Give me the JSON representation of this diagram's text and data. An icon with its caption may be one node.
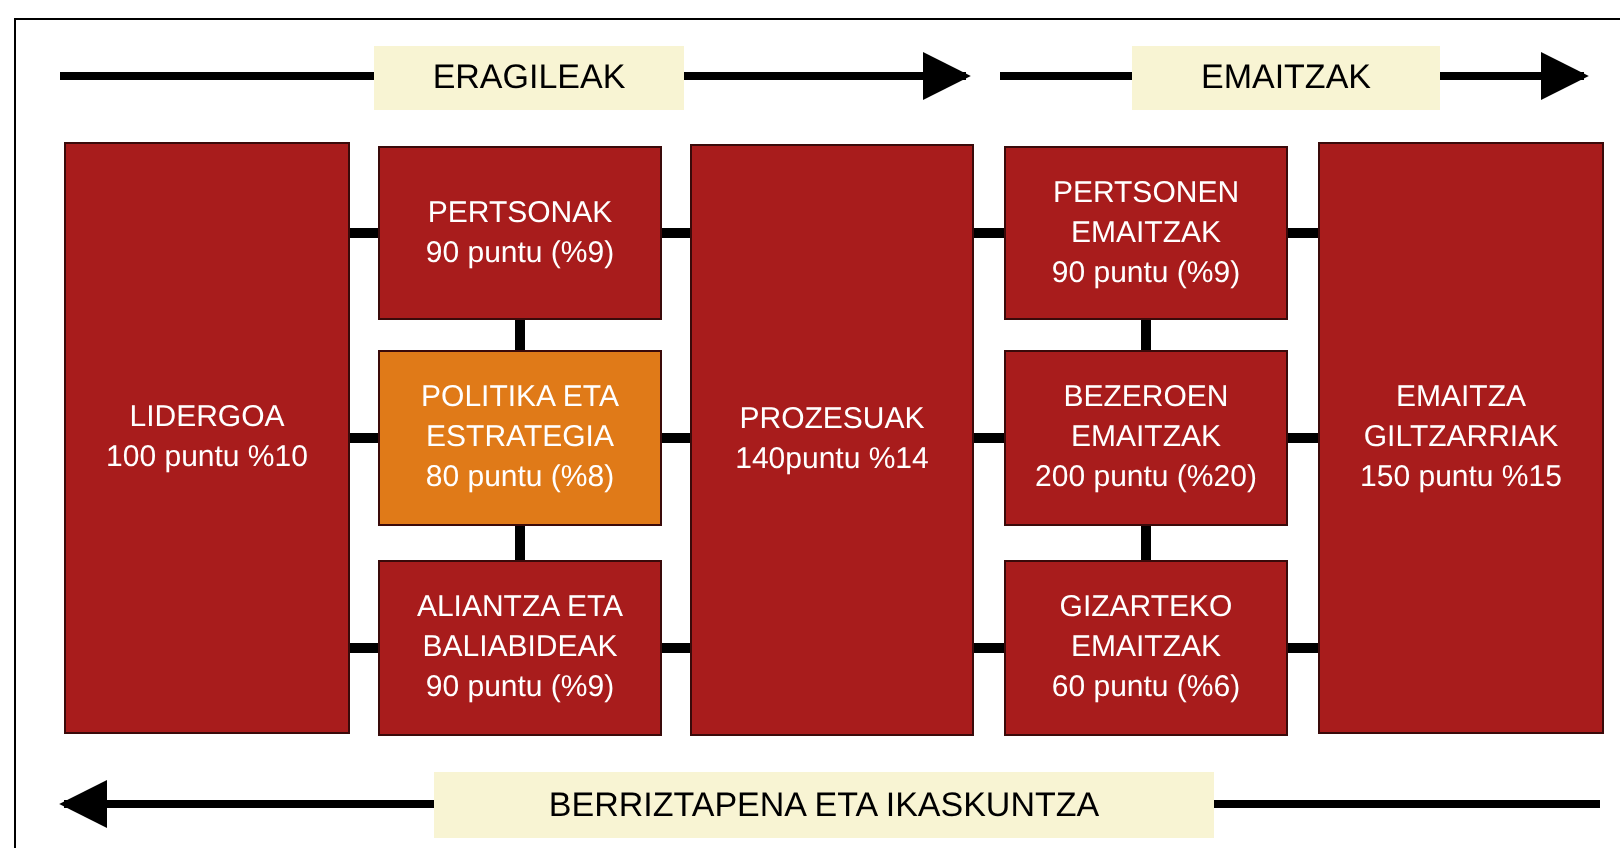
{
  "diagram": {
    "nodes": [
      {
        "text": [
          "LIDERGOA",
          "100 puntu %10"
        ]
      },
      {
        "text": [
          "PERTSONAK",
          "90 puntu (%9)"
        ]
      },
      {
        "text": [
          "POLITIKA ETA ESTRATEGIA",
          "80 puntu (%8)"
        ]
      },
      {
        "text": [
          "ALIANTZA ETA BALIABIDEAK",
          "90 puntu (%9)"
        ]
      },
      {
        "text": [
          "PROZESUAK",
          "140puntu %14"
        ]
      },
      {
        "text": [
          "PERTSONEN EMAITZAK",
          "90 puntu (%9)"
        ]
      },
      {
        "text": [
          "BEZEROEN EMAITZAK",
          "200 puntu (%20)"
        ]
      },
      {
        "text": [
          "GIZARTEKO EMAITZAK",
          "60 puntu (%6)"
        ]
      },
      {
        "text": [
          "EMAITZA GILTZARRIAK",
          "150 puntu %15"
        ]
      }
    ],
    "edges": [
      {
        "from": 0,
        "to": 1,
        "arrow": "none"
      },
      {
        "from": 0,
        "to": 2,
        "arrow": "none"
      },
      {
        "from": 0,
        "to": 3,
        "arrow": "none"
      },
      {
        "from": 1,
        "to": 2,
        "arrow": "none"
      },
      {
        "from": 2,
        "to": 3,
        "arrow": "none"
      },
      {
        "from": 1,
        "to": 4,
        "arrow": "none"
      },
      {
        "from": 2,
        "to": 4,
        "arrow": "none"
      },
      {
        "from": 3,
        "to": 4,
        "arrow": "none"
      },
      {
        "from": 4,
        "to": 5,
        "arrow": "none"
      },
      {
        "from": 4,
        "to": 6,
        "arrow": "none"
      },
      {
        "from": 4,
        "to": 7,
        "arrow": "none"
      },
      {
        "from": 5,
        "to": 6,
        "arrow": "none"
      },
      {
        "from": 6,
        "to": 7,
        "arrow": "none"
      },
      {
        "from": 5,
        "to": 8,
        "arrow": "none"
      },
      {
        "from": 6,
        "to": 8,
        "arrow": "none"
      },
      {
        "from": 7,
        "to": 8,
        "arrow": "none"
      }
    ],
    "labels": [
      "ERAGILEAK",
      "EMAITZAK",
      "BERRIZTAPENA ETA IKASKUNTZA"
    ]
  }
}
